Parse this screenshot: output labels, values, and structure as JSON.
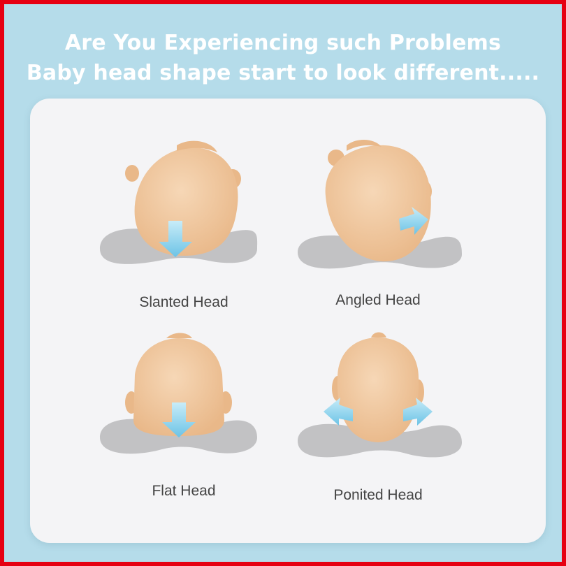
{
  "header": {
    "line1": "Are You Experiencing such Problems",
    "line2": "Baby head shape start to look different....."
  },
  "items": [
    {
      "label": "Slanted Head"
    },
    {
      "label": "Angled Head"
    },
    {
      "label": "Flat Head"
    },
    {
      "label": "Ponited Head"
    }
  ],
  "colors": {
    "border": "#e60012",
    "background": "#b5dcea",
    "card": "#f4f4f6",
    "skin": "#f1c9a0",
    "pillow": "#bfbfc1",
    "arrow": "#8fd0ea",
    "caption_text": "#444444"
  }
}
